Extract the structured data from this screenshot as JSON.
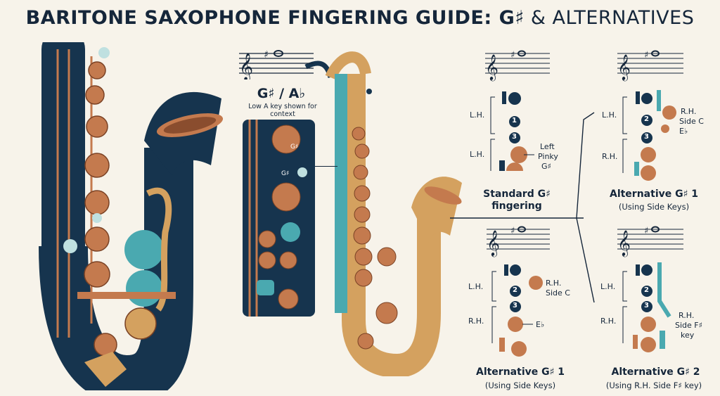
{
  "title": {
    "main": "BARITONE SAXOPHONE FINGERING GUIDE: G♯",
    "amp": " & ALTERNATIVES"
  },
  "note_name": "G♯ / A♭",
  "context_note": "Low A key shown for context",
  "inset_labels": {
    "key_a": "G♯",
    "key_b": "G♯"
  },
  "panels": [
    {
      "lh": "L.H.",
      "rh": "L.H.",
      "numbers": [
        "1",
        "3"
      ],
      "side_labels": [
        "Left",
        "Pinky",
        "G♯"
      ],
      "caption": "Standard G♯",
      "caption2": "fingering",
      "subcaption": ""
    },
    {
      "lh": "L.H.",
      "rh": "R.H.",
      "numbers": [
        "2",
        "3"
      ],
      "side_labels": [
        "R.H.",
        "Side C",
        "E♭"
      ],
      "caption": "Alternative G♯ 1",
      "caption2": "",
      "subcaption": "(Using Side Keys)"
    },
    {
      "lh": "L.H.",
      "rh": "R.H.",
      "numbers": [
        "2",
        "3"
      ],
      "side_labels": [
        "R.H.",
        "Side C",
        "E♭"
      ],
      "caption": "Alternative G♯ 1",
      "caption2": "",
      "subcaption": "(Using Side Keys)"
    },
    {
      "lh": "L.H.",
      "rh": "R.H.",
      "numbers": [
        "2",
        "3"
      ],
      "side_labels": [
        "R.H.",
        "Side F♯",
        "key"
      ],
      "caption": "Alternative G♯ 2",
      "caption2": "",
      "subcaption": "(Using R.H. Side F♯ key)"
    }
  ],
  "colors": {
    "navy": "#16344e",
    "copper": "#c47a4e",
    "teal": "#4aa9b0",
    "brass": "#d4a15f",
    "background": "#f7f3ea"
  },
  "icons": [
    "treble-clef-icon",
    "sharp-icon",
    "whole-note-icon"
  ]
}
